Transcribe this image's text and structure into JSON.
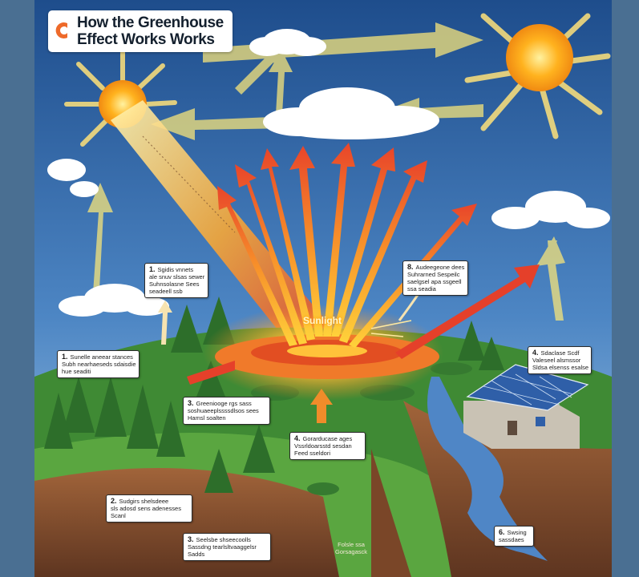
{
  "title": {
    "line1": "How the Greenhouse",
    "line2": "Effect Works Works"
  },
  "sun_label": "Sunlight",
  "callouts": [
    {
      "id": "c1",
      "number": "1.",
      "lines": [
        "Sgidis vnnets",
        "ale snuv slsas sewer",
        "Suhnsolasne Sees",
        "seadeell ssb"
      ]
    },
    {
      "id": "c8",
      "number": "8.",
      "lines": [
        "Audeegeone dees",
        "Suhrarned Sespeilc",
        "saelgsel apa ssgeell",
        "ssa seadia"
      ]
    },
    {
      "id": "c1b",
      "number": "1.",
      "lines": [
        "Sunelle aneear stances",
        "Subh nearhaeseds sdaisdie",
        "hue seaditi"
      ]
    },
    {
      "id": "c4",
      "number": "4.",
      "lines": [
        "Sdaclase Scdf",
        "Valeseel alsmssor",
        "Sldsa elsenss esalse"
      ]
    },
    {
      "id": "c3",
      "number": "3.",
      "lines": [
        "Greeniooge rgs sass",
        "soshuaeeplssssdlsos sees",
        "Hamsl soalten"
      ]
    },
    {
      "id": "c4b",
      "number": "4.",
      "lines": [
        "Gorarducase ages",
        "Vssrldoarsstd sesdan",
        "Feed sseldori"
      ]
    },
    {
      "id": "c2",
      "number": "2.",
      "lines": [
        "Sudgirs shelsdeee",
        "sls adosd sens adenesses",
        "Scanl"
      ]
    },
    {
      "id": "c5",
      "number": "3.",
      "lines": [
        "Seelsbe shseecoolls",
        "Sassdng tearlsltvaaggelsr",
        "Sadds"
      ]
    },
    {
      "id": "c6",
      "number": "6.",
      "lines": [
        "Swsing",
        "sassdaes"
      ]
    }
  ],
  "ground_text": {
    "line1": "Folsle ssa",
    "line2": "Gorsagasck"
  },
  "colors": {
    "sky_top": "#1e4d8c",
    "sky_bottom": "#7fb2dc",
    "sun": "#ffb21e",
    "heat_arrow": "#f05a28",
    "grass": "#4f9a3a",
    "soil": "#8a5230",
    "water": "#4f86c6",
    "panel": "#2f5fa8"
  }
}
